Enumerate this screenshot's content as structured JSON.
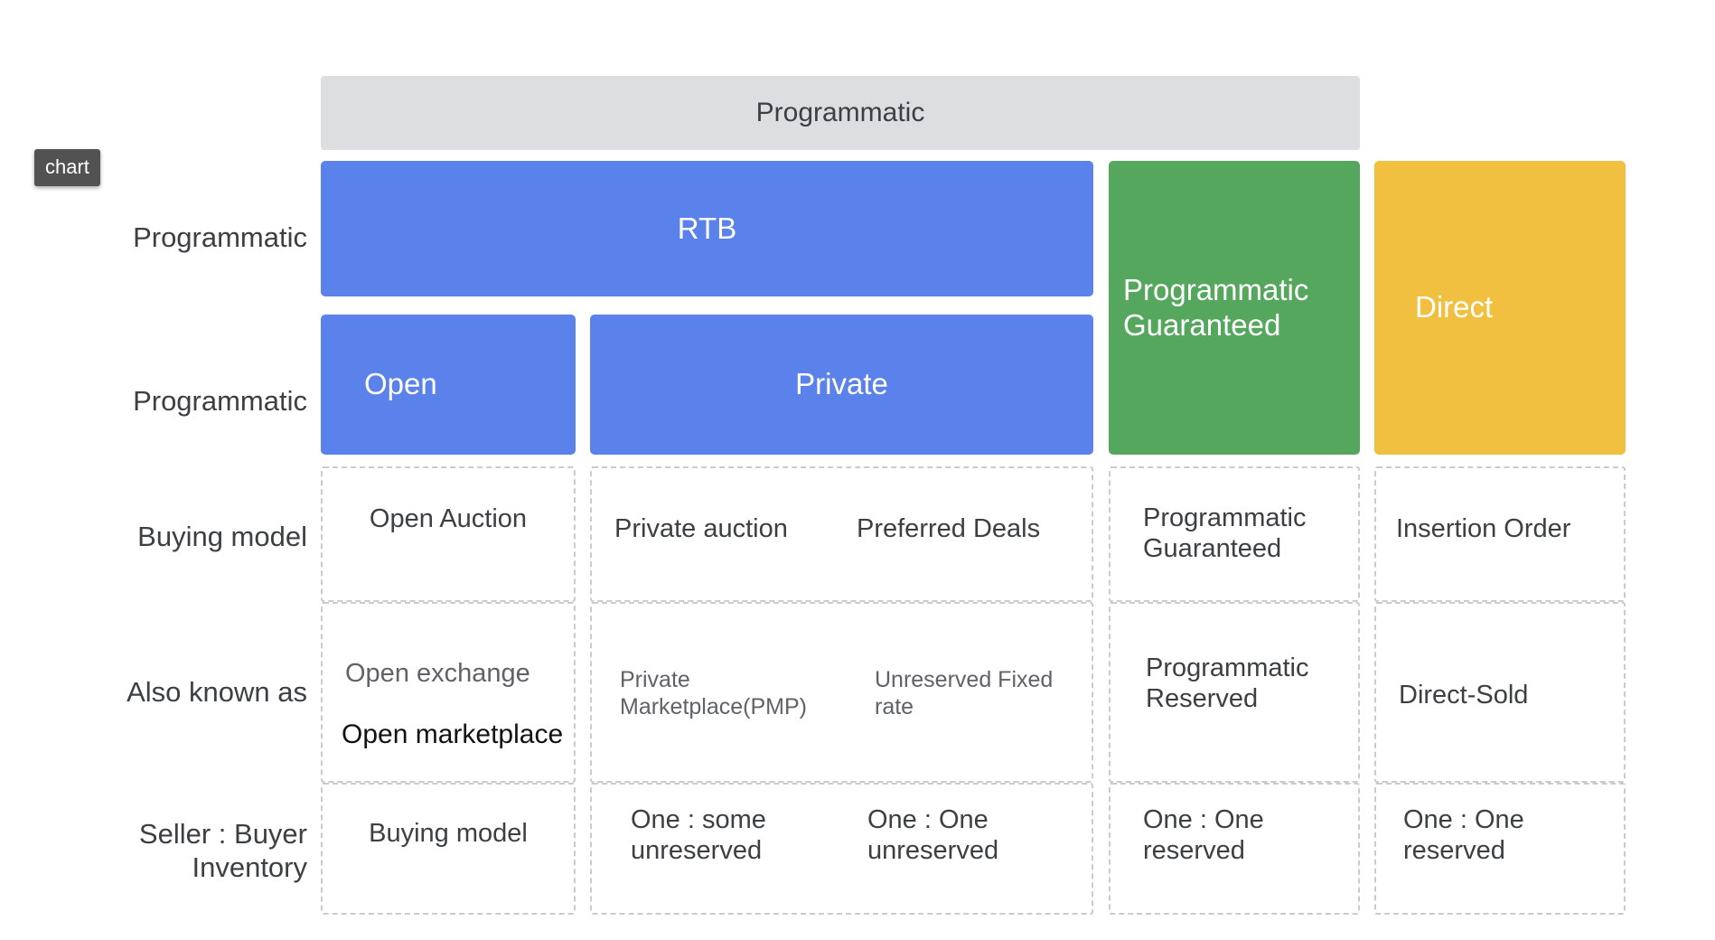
{
  "overlay": {
    "badge_label": "chart"
  },
  "row_labels": [
    {
      "id": "programmatic-top",
      "text": "Programmatic"
    },
    {
      "id": "programmatic-bottom",
      "text": "Programmatic"
    },
    {
      "id": "buying-model",
      "text": "Buying model"
    },
    {
      "id": "also-known-as",
      "text": "Also known as"
    },
    {
      "id": "seller-buyer-inventory",
      "text": "Seller : Buyer Inventory"
    }
  ],
  "header": {
    "programmatic_bar": "Programmatic"
  },
  "blocks": {
    "rtb": "RTB",
    "open": "Open",
    "private": "Private",
    "programmatic_guaranteed": "Programmatic Guaranteed",
    "direct": "Direct"
  },
  "colors": {
    "blue": "#5b82ea",
    "green": "#56a75e",
    "yellow": "#f2c040",
    "gray_bar": "#dcdee0",
    "dashed_border": "#c8ccd1",
    "text": "#3c4043",
    "badge_bg": "#525252"
  },
  "matrix": {
    "columns": [
      "Open",
      "Private auction",
      "Preferred Deals",
      "Programmatic Guaranteed",
      "Direct"
    ],
    "rows": [
      {
        "label": "Buying model",
        "cells": [
          "Open Auction",
          "Private auction",
          "Preferred Deals",
          "Programmatic Guaranteed",
          "Insertion Order"
        ]
      },
      {
        "label": "Also known as",
        "cells": [
          "Open exchange",
          "Private Marketplace(PMP)",
          "Unreserved Fixed rate",
          "Programmatic Reserved",
          "Direct-Sold"
        ],
        "extra": {
          "open_marketplace": "Open marketplace"
        }
      },
      {
        "label": "Seller : Buyer Inventory",
        "cells": [
          "Buying model",
          "One : some unreserved",
          "One : One unreserved",
          "One : One reserved",
          "One : One reserved"
        ]
      }
    ]
  }
}
